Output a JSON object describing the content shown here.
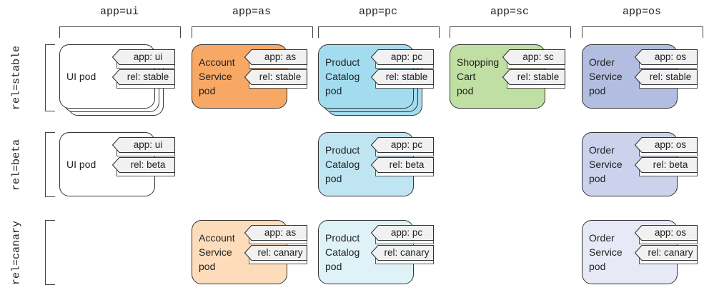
{
  "columns": [
    {
      "id": "ui",
      "label": "app=ui"
    },
    {
      "id": "as",
      "label": "app=as"
    },
    {
      "id": "pc",
      "label": "app=pc"
    },
    {
      "id": "sc",
      "label": "app=sc"
    },
    {
      "id": "os",
      "label": "app=os"
    }
  ],
  "rows": [
    {
      "id": "stable",
      "label": "rel=stable"
    },
    {
      "id": "beta",
      "label": "rel=beta"
    },
    {
      "id": "canary",
      "label": "rel=canary"
    }
  ],
  "colors": {
    "ui": {
      "stable": "#ffffff",
      "beta": "#ffffff",
      "canary": "#ffffff"
    },
    "as": {
      "stable": "#f7a865",
      "beta": "#f7a865",
      "canary": "#fddcbb"
    },
    "pc": {
      "stable": "#a4dcef",
      "beta": "#bfe5f2",
      "canary": "#dff2f8"
    },
    "sc": {
      "stable": "#c0dfa2",
      "beta": "#c0dfa2",
      "canary": "#c0dfa2"
    },
    "os": {
      "stable": "#b3bde0",
      "beta": "#ccd2ec",
      "canary": "#e7eaf6"
    },
    "tag_fill": "#f1f1f1",
    "line": "#333333"
  },
  "pods": [
    {
      "col": "ui",
      "row": "stable",
      "name": "UI pod",
      "app_tag": "app: ui",
      "rel_tag": "rel: stable",
      "stacked": true
    },
    {
      "col": "as",
      "row": "stable",
      "name": "Account\nService\npod",
      "app_tag": "app: as",
      "rel_tag": "rel: stable",
      "stacked": false
    },
    {
      "col": "pc",
      "row": "stable",
      "name": "Product\nCatalog\npod",
      "app_tag": "app: pc",
      "rel_tag": "rel: stable",
      "stacked": true
    },
    {
      "col": "sc",
      "row": "stable",
      "name": "Shopping\nCart\npod",
      "app_tag": "app: sc",
      "rel_tag": "rel: stable",
      "stacked": false
    },
    {
      "col": "os",
      "row": "stable",
      "name": "Order\nService\npod",
      "app_tag": "app: os",
      "rel_tag": "rel: stable",
      "stacked": false
    },
    {
      "col": "ui",
      "row": "beta",
      "name": "UI pod",
      "app_tag": "app: ui",
      "rel_tag": "rel: beta",
      "stacked": false
    },
    {
      "col": "pc",
      "row": "beta",
      "name": "Product\nCatalog\npod",
      "app_tag": "app: pc",
      "rel_tag": "rel: beta",
      "stacked": false
    },
    {
      "col": "os",
      "row": "beta",
      "name": "Order\nService\npod",
      "app_tag": "app: os",
      "rel_tag": "rel: beta",
      "stacked": false
    },
    {
      "col": "as",
      "row": "canary",
      "name": "Account\nService\npod",
      "app_tag": "app: as",
      "rel_tag": "rel: canary",
      "stacked": false
    },
    {
      "col": "pc",
      "row": "canary",
      "name": "Product\nCatalog\npod",
      "app_tag": "app: pc",
      "rel_tag": "rel: canary",
      "stacked": false
    },
    {
      "col": "os",
      "row": "canary",
      "name": "Order\nService\npod",
      "app_tag": "app: os",
      "rel_tag": "rel: canary",
      "stacked": false
    }
  ]
}
